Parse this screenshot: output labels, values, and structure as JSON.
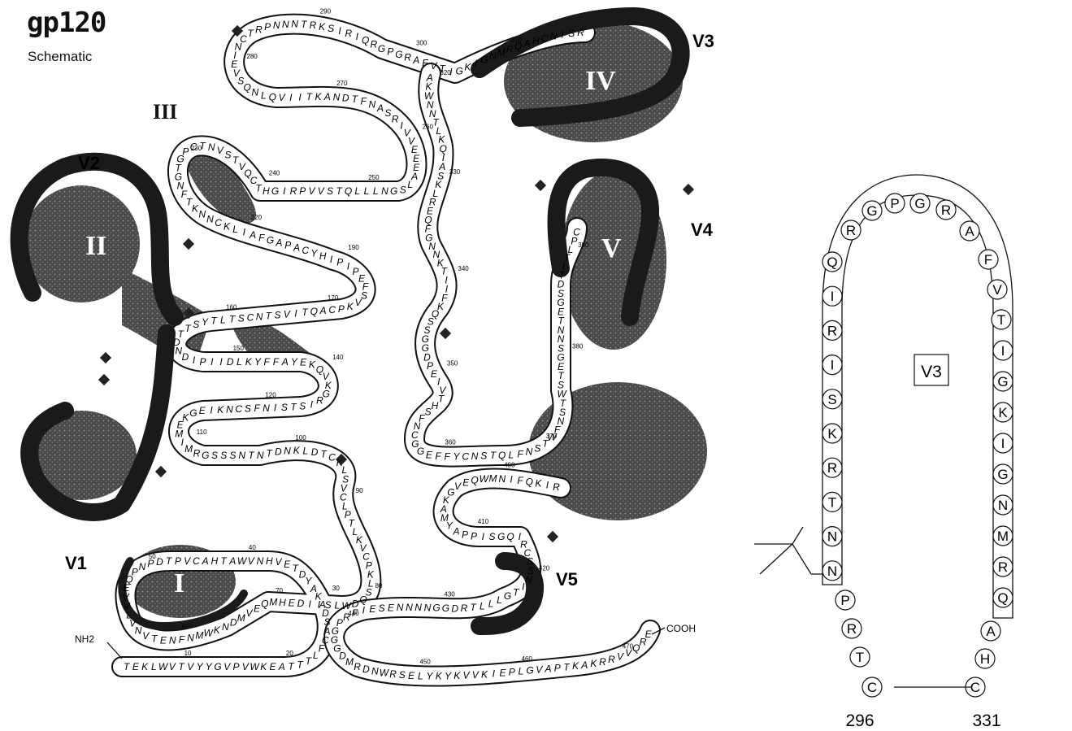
{
  "title": "gp120",
  "subtitle": "Schematic",
  "left": {
    "terminal_n": "NH2",
    "terminal_c": "COOH",
    "variable_loops": [
      "V1",
      "V2",
      "V3",
      "V4",
      "V5"
    ],
    "constant_domains": [
      "I",
      "II",
      "III",
      "IV",
      "V"
    ],
    "segments": [
      "TEKLWVTVYYGVPVW",
      "KEATTTLFCASDAKAYDTEVHNVWATHACVPTDPNPQEVVLVNVTENFNMWKNDMVEQMHEDIISLWDQSLKPCVKLTPLCV",
      "SLKCTDLKNDTNTNSSSGRMIMEKGEIKNCSFNISTSIRGKVQKEYAFFYKLDIIPIDNDTTSYTLTSCNTSVITQACPKVSFEPIPIHYCAPAGFAILKCNNKTFNGTGPCTNVSTVQCTHGIRPVVSTQLLLNGSLAEEEVVIRSANFTDNAKTIIVQLNQSVEINCTRPNNNTRKSIRIQRGPGRAFVTIGKIGNMRQAHCNISRAKWNNTLKQIASKLREQFGNNKTIIFKQSSGGDPEIVTHSFNCGGEFFYCNSTQLFNSTWFNSTWSTEGSNNTEGSDTITLPCRIKQFINMWQEVGKAMYAPPISGQIRCSSNITGLLLTRDGGNNNNESEIFRPGGGDMRDNWRSELYKYKVVKIEPLGVAPTKAKRRVVQRE"
    ],
    "position_numbers": [
      "10",
      "20",
      "30",
      "40",
      "50",
      "60",
      "70",
      "80",
      "90",
      "100",
      "110",
      "120",
      "140",
      "150",
      "160",
      "170",
      "190",
      "220",
      "230",
      "240",
      "250",
      "260",
      "270",
      "280",
      "290",
      "300",
      "310",
      "320",
      "330",
      "340",
      "350",
      "360",
      "370",
      "380",
      "390",
      "400",
      "410",
      "420",
      "430",
      "440",
      "450",
      "460",
      "470"
    ]
  },
  "right": {
    "left_arm": [
      "Q",
      "I",
      "R",
      "I",
      "S",
      "K",
      "R",
      "T",
      "N",
      "N"
    ],
    "tip": [
      "R",
      "G",
      "P",
      "G",
      "R"
    ],
    "right_arm": [
      "A",
      "F",
      "V",
      "T",
      "I",
      "G",
      "K",
      "I",
      "G",
      "N",
      "M",
      "R",
      "Q"
    ],
    "left_base": [
      "P",
      "R",
      "T",
      "C"
    ],
    "right_base": [
      "A",
      "H",
      "C"
    ],
    "loop_label": "V3",
    "start_position": "296",
    "end_position": "331"
  }
}
